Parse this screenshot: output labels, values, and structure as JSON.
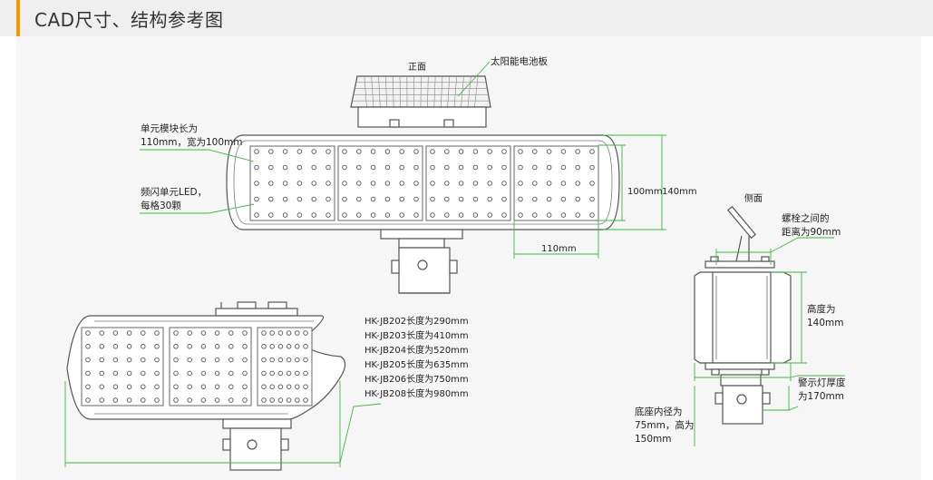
{
  "header": {
    "title": "CAD尺寸、结构参考图"
  },
  "colors": {
    "accent": "#f39800",
    "dimension": "#3fb93f",
    "outline": "#555555",
    "header_bg": "#efefef"
  },
  "front": {
    "title": "正面",
    "solar_label": "太阳能电池板",
    "module_label_1": "单元模块长为",
    "module_label_2": "110mm，宽为100mm",
    "led_label_1": "频闪单元LED，",
    "led_label_2": "每格30颗",
    "dim_100": "100mm",
    "dim_140": "140mm",
    "dim_110": "110mm"
  },
  "side": {
    "title": "侧面",
    "bolt_label_1": "螺栓之间的",
    "bolt_label_2": "距离为90mm",
    "height_label_1": "高度为",
    "height_label_2": "140mm",
    "thick_label_1": "警示灯厚度",
    "thick_label_2": "为170mm",
    "base_label_1": "底座内径为",
    "base_label_2": "75mm，高为",
    "base_label_3": "150mm"
  },
  "specs": [
    "HK-JB202长度为290mm",
    "HK-JB203长度为410mm",
    "HK-JB204长度为520mm",
    "HK-JB205长度为635mm",
    "HK-JB206长度为750mm",
    "HK-JB208长度为980mm"
  ]
}
